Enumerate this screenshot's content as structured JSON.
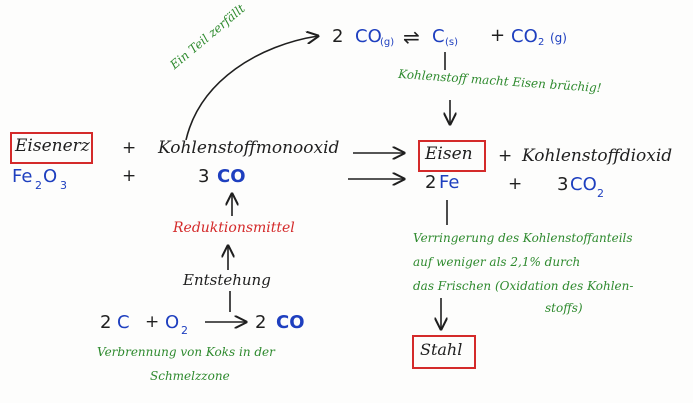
{
  "equilibrium": {
    "coef_co": "2",
    "co": "CO",
    "co_phase": "(g)",
    "arrow": "⇌",
    "c": "C",
    "c_phase": "(s)",
    "plus": "+",
    "co2": "CO",
    "co2_sub": "2",
    "co2_phase": "(g)"
  },
  "annotations": {
    "teil_zerfaellt": "Ein Teil zerfällt",
    "kohlenstoff_bruechig": "Kohlenstoff macht Eisen brüchig!",
    "reduktionsmittel": "Reduktionsmittel",
    "entstehung": "Entstehung",
    "verringerung": [
      "Verringerung des Kohlenstoffanteils",
      "auf weniger als 2,1% durch",
      "das Frischen (Oxidation des Kohlen-",
      "stoffs)"
    ],
    "verbrennung": [
      "Verbrennung von Koks in der",
      "Schmelzzone"
    ]
  },
  "word_equation": {
    "eisenerz": "Eisenerz",
    "plus1": "+",
    "kohlenstoffmonooxid": "Kohlenstoffmonooxid",
    "eisen": "Eisen",
    "plus2": "+",
    "kohlenstoffdioxid": "Kohlenstoffdioxid"
  },
  "formula_equation": {
    "fe": "Fe",
    "fe_sub": "2",
    "o": "O",
    "o_sub": "3",
    "plus1": "+",
    "coef_co": "3",
    "co": "CO",
    "coef_fe": "2",
    "fe_product": "Fe",
    "plus2": "+",
    "coef_co2": "3",
    "co2": "CO",
    "co2_sub": "2"
  },
  "combustion": {
    "coef_c": "2",
    "c": "C",
    "plus": "+",
    "o": "O",
    "o_sub": "2",
    "coef_co": "2",
    "co": "CO"
  },
  "product": {
    "stahl": "Stahl"
  },
  "colors": {
    "ink": "#1f1f1f",
    "blue": "#1e3fbf",
    "green": "#2e8a2e",
    "red": "#d42a2a"
  }
}
